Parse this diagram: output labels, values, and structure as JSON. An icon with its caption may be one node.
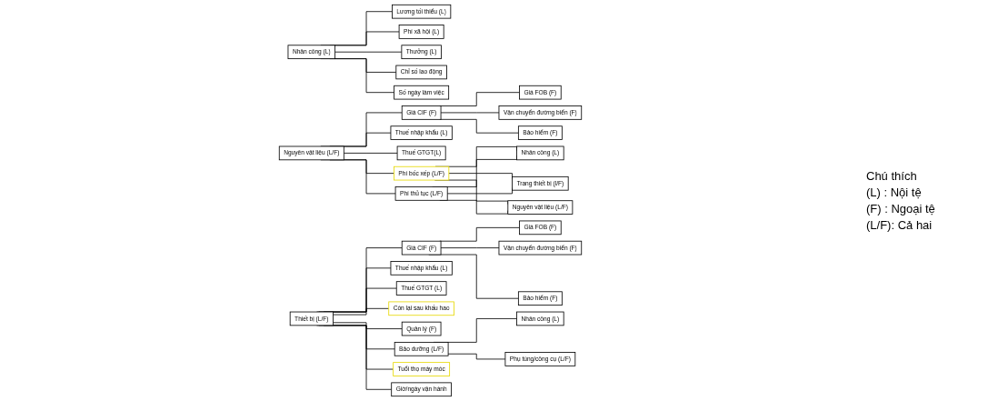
{
  "diagram": {
    "nodes": [
      {
        "text": [
          "Nhân công (L)"
        ]
      },
      {
        "text": [
          "Lương tối thiểu (L)"
        ]
      },
      {
        "text": [
          "Phí xã hội (L)"
        ]
      },
      {
        "text": [
          "Thưởng (L)"
        ]
      },
      {
        "text": [
          "Chỉ số lao động"
        ]
      },
      {
        "text": [
          "Số ngày làm việc"
        ]
      },
      {
        "text": [
          "Nguyên vật liệu (L/F)"
        ]
      },
      {
        "text": [
          "Giá CIF (F)"
        ]
      },
      {
        "text": [
          "Thuế nhập khẩu (L)"
        ]
      },
      {
        "text": [
          "Thuế GTGT(L)"
        ]
      },
      {
        "text": [
          "Phí bốc xếp (L/F)"
        ]
      },
      {
        "text": [
          "Phí thủ tục (L/F)"
        ]
      },
      {
        "text": [
          "Giá FOB (F)"
        ]
      },
      {
        "text": [
          "Vận chuyển đường biển (F)"
        ]
      },
      {
        "text": [
          "Bảo hiểm (F)"
        ]
      },
      {
        "text": [
          "Nhân công (L)"
        ]
      },
      {
        "text": [
          "Trang thiết bị (l/F)"
        ]
      },
      {
        "text": [
          "Nguyên vật liệu (L/F)"
        ]
      },
      {
        "text": [
          "Thiết bị (L/F)"
        ]
      },
      {
        "text": [
          "Giá CIF (F)"
        ]
      },
      {
        "text": [
          "Thuế nhập khẩu (L)"
        ]
      },
      {
        "text": [
          "Thuế GTGT (L)"
        ]
      },
      {
        "text": [
          "Còn lại sau khấu hao"
        ]
      },
      {
        "text": [
          "Quản lý (F)"
        ]
      },
      {
        "text": [
          "Bảo dưỡng (L/F)"
        ]
      },
      {
        "text": [
          "Giá FOB (F)"
        ]
      },
      {
        "text": [
          "Vận chuyển đường biển (F)"
        ]
      },
      {
        "text": [
          "Bảo hiểm (F)"
        ]
      },
      {
        "text": [
          "Nhân công (L)"
        ]
      },
      {
        "text": [
          "Phụ tùng/công cụ (L/F)"
        ]
      },
      {
        "text": [
          "Tuổi thọ máy móc"
        ]
      },
      {
        "text": [
          "Giờ/ngày vận hành"
        ]
      }
    ],
    "edges": [
      {
        "from": 0,
        "to": 1,
        "arrow": "none"
      },
      {
        "from": 0,
        "to": 2,
        "arrow": "none"
      },
      {
        "from": 0,
        "to": 3,
        "arrow": "none"
      },
      {
        "from": 0,
        "to": 4,
        "arrow": "none"
      },
      {
        "from": 0,
        "to": 5,
        "arrow": "none"
      },
      {
        "from": 6,
        "to": 7,
        "arrow": "none"
      },
      {
        "from": 6,
        "to": 8,
        "arrow": "none"
      },
      {
        "from": 6,
        "to": 9,
        "arrow": "none"
      },
      {
        "from": 6,
        "to": 10,
        "arrow": "none"
      },
      {
        "from": 6,
        "to": 11,
        "arrow": "none"
      },
      {
        "from": 7,
        "to": 12,
        "arrow": "none"
      },
      {
        "from": 7,
        "to": 13,
        "arrow": "none"
      },
      {
        "from": 7,
        "to": 14,
        "arrow": "none"
      },
      {
        "from": 10,
        "to": 15,
        "arrow": "none"
      },
      {
        "from": 10,
        "to": 16,
        "arrow": "none"
      },
      {
        "from": 10,
        "to": 17,
        "arrow": "none"
      },
      {
        "from": 11,
        "to": 15,
        "arrow": "none"
      },
      {
        "from": 11,
        "to": 16,
        "arrow": "none"
      },
      {
        "from": 11,
        "to": 17,
        "arrow": "none"
      },
      {
        "from": 18,
        "to": 19,
        "arrow": "none"
      },
      {
        "from": 18,
        "to": 20,
        "arrow": "none"
      },
      {
        "from": 18,
        "to": 21,
        "arrow": "none"
      },
      {
        "from": 18,
        "to": 22,
        "arrow": "none"
      },
      {
        "from": 18,
        "to": 23,
        "arrow": "none"
      },
      {
        "from": 18,
        "to": 24,
        "arrow": "none"
      },
      {
        "from": 18,
        "to": 30,
        "arrow": "none"
      },
      {
        "from": 18,
        "to": 31,
        "arrow": "none"
      },
      {
        "from": 19,
        "to": 25,
        "arrow": "none"
      },
      {
        "from": 19,
        "to": 26,
        "arrow": "none"
      },
      {
        "from": 19,
        "to": 27,
        "arrow": "none"
      },
      {
        "from": 24,
        "to": 28,
        "arrow": "none"
      },
      {
        "from": 24,
        "to": 29,
        "arrow": "none"
      }
    ],
    "labels": [
      "Chú thích",
      "(L) : Nội tệ",
      "(F) : Ngoại tệ",
      "(L/F): Cả hai"
    ]
  }
}
